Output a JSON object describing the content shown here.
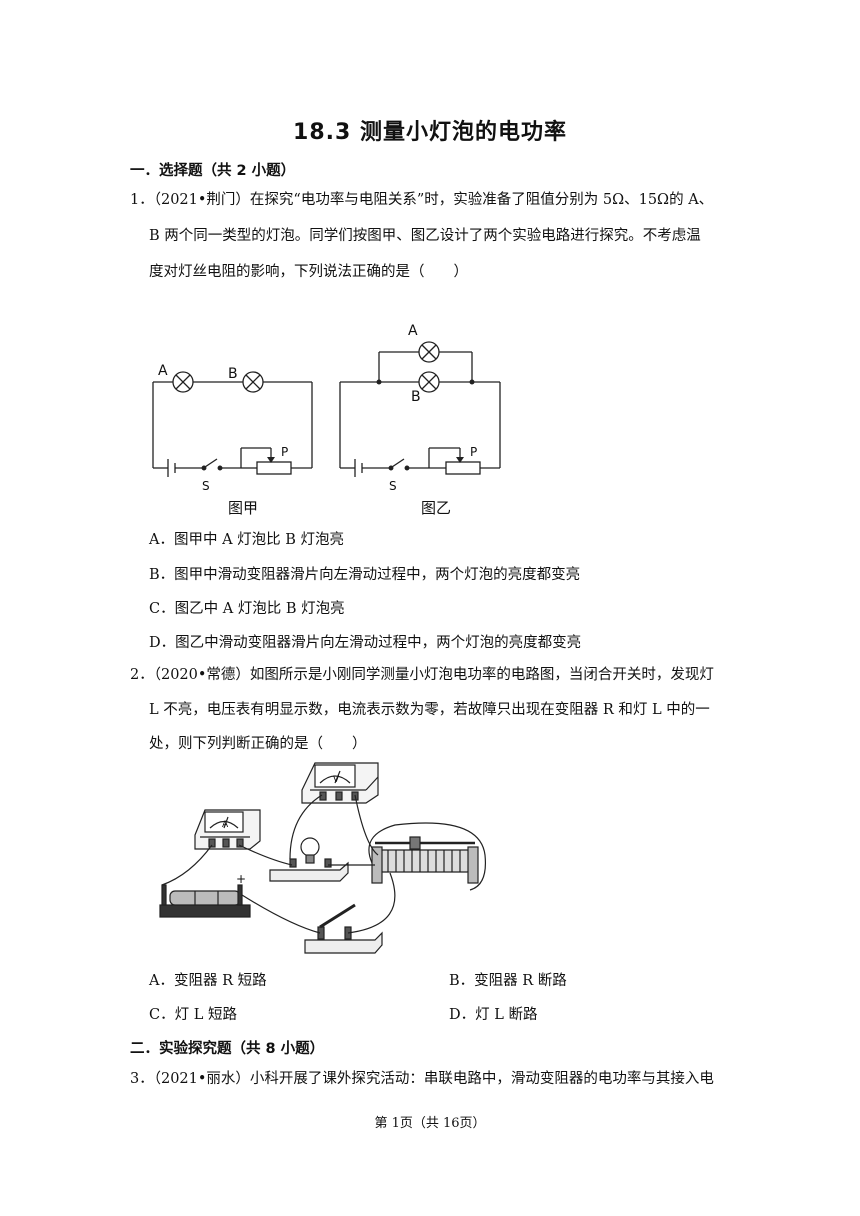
{
  "title": "18.3 测量小灯泡的电功率",
  "sections": [
    {
      "label": "一．选择题（共 2 小题）"
    },
    {
      "label": "二．实验探究题（共 8 小题）"
    }
  ],
  "questions": [
    {
      "lines": [
        "1．（2021•荆门）在探究“电功率与电阻关系”时，实验准备了阻值分别为 5Ω、15Ω的 A、",
        "B 两个同一类型的灯泡。同学们按图甲、图乙设计了两个实验电路进行探究。不考虑温",
        "度对灯丝电阻的影响，下列说法正确的是（　　）"
      ],
      "figure": {
        "left_caption": "图甲",
        "right_caption": "图乙",
        "labels": {
          "a": "A",
          "b": "B",
          "s": "S",
          "p": "P"
        }
      },
      "options": [
        "A．图甲中 A 灯泡比 B 灯泡亮",
        "B．图甲中滑动变阻器滑片向左滑动过程中，两个灯泡的亮度都变亮",
        "C．图乙中 A 灯泡比 B 灯泡亮",
        "D．图乙中滑动变阻器滑片向左滑动过程中，两个灯泡的亮度都变亮"
      ]
    },
    {
      "lines": [
        "2．（2020•常德）如图所示是小刚同学测量小灯泡电功率的电路图，当闭合开关时，发现灯",
        "L 不亮，电压表有明显示数，电流表示数为零，若故障只出现在变阻器 R 和灯 L 中的一",
        "处，则下列判断正确的是（　　）"
      ],
      "figure": {
        "ammeter": "A",
        "voltmeter": "V",
        "plus": "+"
      },
      "options": [
        "A．变阻器 R 短路",
        "B．变阻器 R 断路",
        "C．灯 L 短路",
        "D．灯 L 断路"
      ]
    },
    {
      "lines": [
        "3．（2021•丽水）小科开展了课外探究活动：串联电路中，滑动变阻器的电功率与其接入电"
      ]
    }
  ],
  "footer": "第 1页（共 16页）"
}
